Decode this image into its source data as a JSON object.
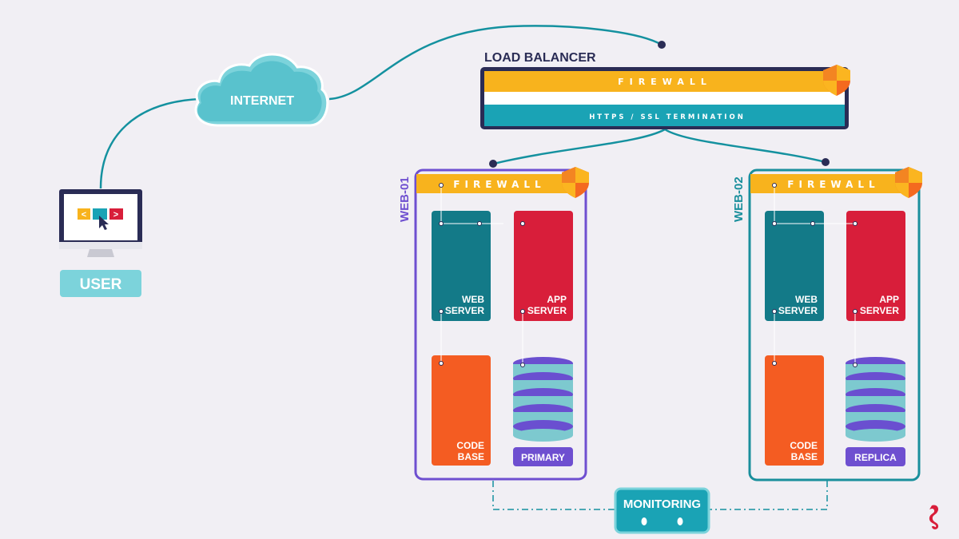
{
  "colors": {
    "background": "#f1eff4",
    "teal": "#1aa3b5",
    "dark_teal": "#137a88",
    "navy": "#2a2c55",
    "purple": "#6e4fd0",
    "red": "#d81e3a",
    "orange": "#f45c22",
    "yellow": "#f8b31d",
    "light_teal": "#7cd3db",
    "db_teal": "#7dc9cf",
    "db_purple": "#6a4fd0"
  },
  "user": {
    "label": "USER",
    "icon": "monitor-icon"
  },
  "internet": {
    "label": "INTERNET",
    "icon": "cloud-icon"
  },
  "load_balancer": {
    "title": "LOAD BALANCER",
    "firewall": "FIREWALL",
    "termination": "HTTPS / SSL TERMINATION",
    "icon": "shield-icon"
  },
  "web01": {
    "name": "WEB-01",
    "firewall": "FIREWALL",
    "web_server": [
      "WEB",
      "SERVER"
    ],
    "app_server": [
      "APP",
      "SERVER"
    ],
    "code_base": [
      "CODE",
      "BASE"
    ],
    "db_label": "PRIMARY"
  },
  "web02": {
    "name": "WEB-02",
    "firewall": "FIREWALL",
    "web_server": [
      "WEB",
      "SERVER"
    ],
    "app_server": [
      "APP",
      "SERVER"
    ],
    "code_base": [
      "CODE",
      "BASE"
    ],
    "db_label": "REPLICA"
  },
  "monitoring": {
    "label": "MONITORING"
  },
  "watermark": {
    "icon": "seahorse-logo-icon"
  }
}
